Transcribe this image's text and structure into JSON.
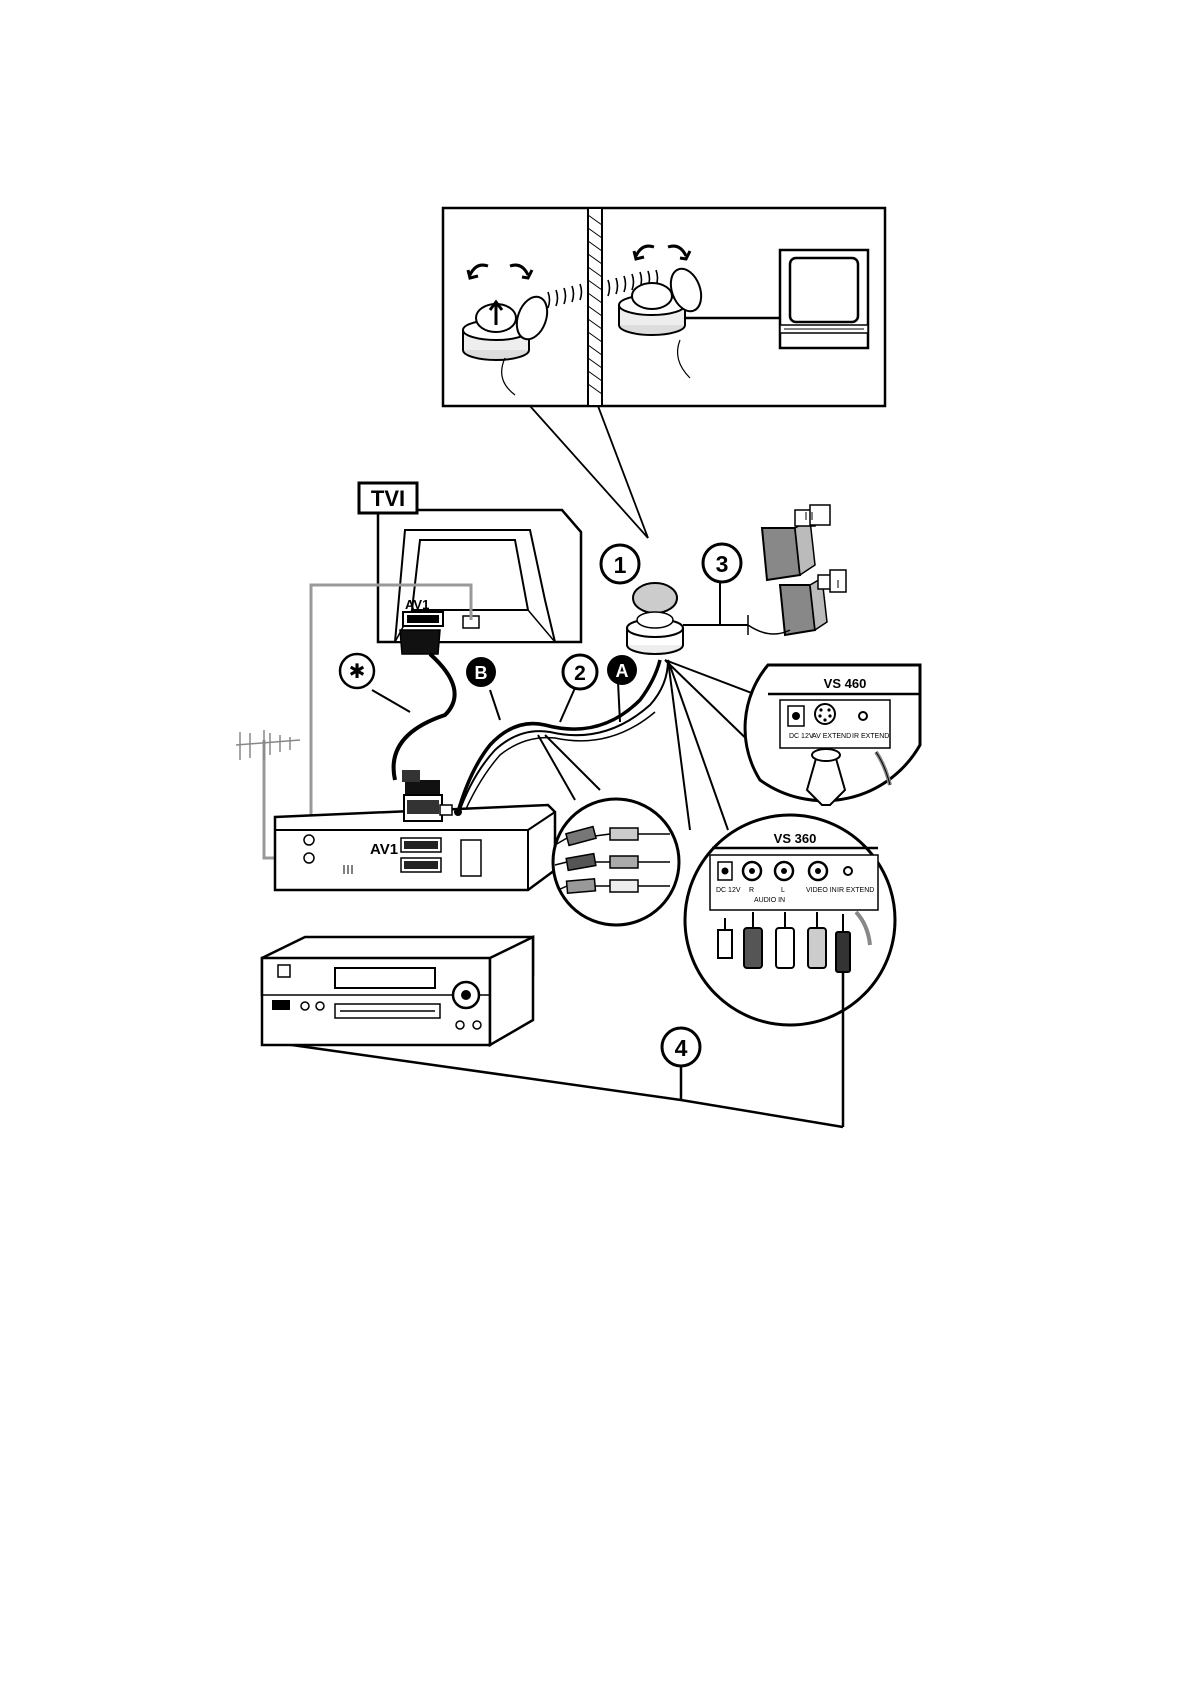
{
  "labels": {
    "tv": "TVI",
    "av1_tv": "AV1",
    "av1_vcr": "AV1",
    "star": "✱",
    "b": "B",
    "a": "A",
    "n1": "1",
    "n2": "2",
    "n3": "3",
    "n4": "4"
  },
  "vs460": {
    "title": "VS 460",
    "dc": "DC 12V",
    "av_extend": "AV EXTEND",
    "ir_extend": "IR EXTEND"
  },
  "vs360": {
    "title": "VS 360",
    "dc": "DC 12V",
    "r": "R",
    "l": "L",
    "audio_in": "AUDIO IN",
    "video_in": "VIDEO IN",
    "ir_extend": "IR EXTEND"
  }
}
